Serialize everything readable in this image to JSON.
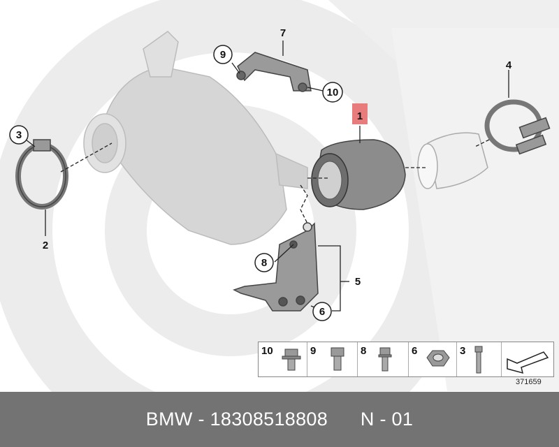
{
  "callouts": {
    "c1": "1",
    "c2": "2",
    "c3": "3",
    "c4": "4",
    "c5": "5",
    "c6": "6",
    "c7": "7",
    "c8": "8",
    "c9": "9",
    "c10": "10"
  },
  "legend": {
    "items": [
      "10",
      "9",
      "8",
      "6",
      "3"
    ]
  },
  "diagram_id": "371659",
  "footer": {
    "text": "BMW - 18308518808      N - 01"
  },
  "colors": {
    "highlight": "#e87b7b",
    "footer_bg": "#737373",
    "watermark": "#e9e9e9"
  }
}
